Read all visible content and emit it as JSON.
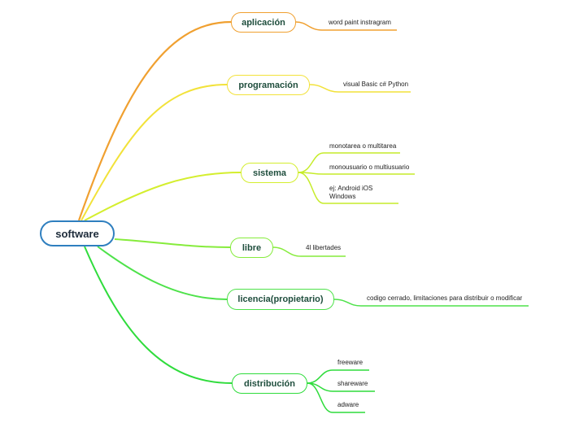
{
  "central": {
    "label": "software"
  },
  "colors": {
    "orange": "#f0a030",
    "yellow": "#f2e23a",
    "lime": "#c6ec2a",
    "green_light": "#86ec3c",
    "green": "#4ee24a",
    "green_dark": "#2fdc3c"
  },
  "branches": [
    {
      "label": "aplicación",
      "leaves": [
        "word paint instragram"
      ]
    },
    {
      "label": "programación",
      "leaves": [
        "visual Basic c# Python"
      ]
    },
    {
      "label": "sistema",
      "leaves": [
        "monotarea o multitarea",
        "monousuario o multiusuario",
        "ej: Android iOS",
        "Windows"
      ]
    },
    {
      "label": "libre",
      "leaves": [
        "4l libertades"
      ]
    },
    {
      "label": "licencia(propietario)",
      "leaves": [
        "codigo cerrado, limitaciones para distribuir o modificar"
      ]
    },
    {
      "label": "distribución",
      "leaves": [
        "freeware",
        "shareware",
        "adware"
      ]
    }
  ]
}
